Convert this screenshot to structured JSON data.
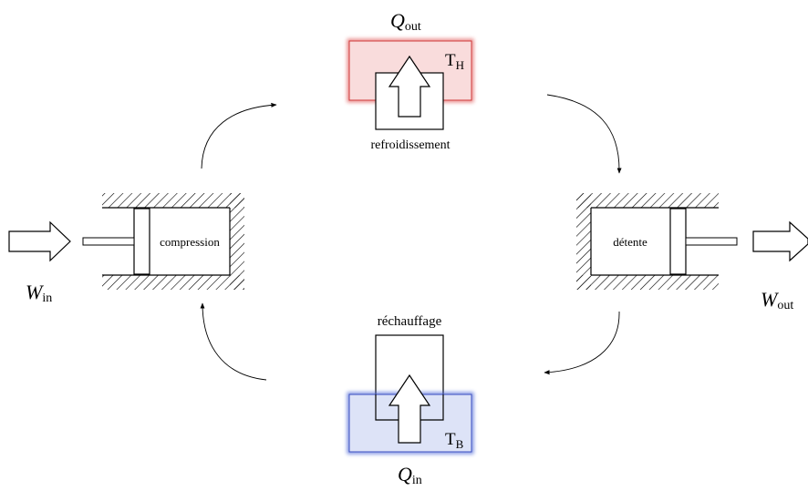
{
  "labels": {
    "q_out": "Q",
    "q_out_sub": "out",
    "q_in": "Q",
    "q_in_sub": "in",
    "w_in": "W",
    "w_in_sub": "in",
    "w_out": "W",
    "w_out_sub": "out",
    "t_hot": "T",
    "t_hot_sub": "H",
    "t_cold": "T",
    "t_cold_sub": "B",
    "compression": "compression",
    "detente": "détente",
    "refroidissement": "refroidissement",
    "rechauffage": "réchauffage"
  },
  "colors": {
    "hot_fill": "#f9dcdc",
    "hot_glow": "#e05a5a",
    "cold_fill": "#dde3f7",
    "cold_glow": "#4a63d6",
    "stroke": "#000000"
  }
}
